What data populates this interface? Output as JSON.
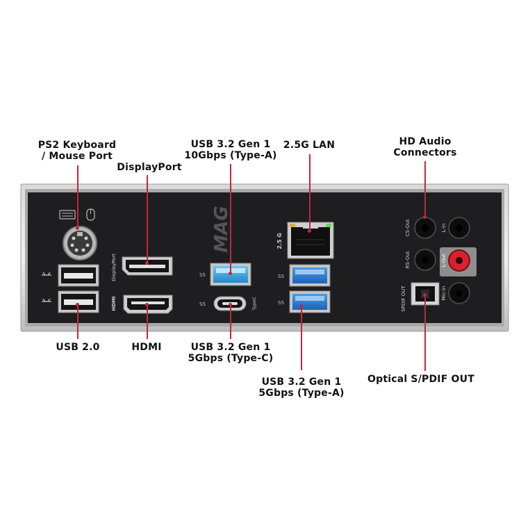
{
  "labels": {
    "ps2": [
      "PS2 Keyboard",
      "/ Mouse Port"
    ],
    "displayport": "DisplayPort",
    "usb10": [
      "USB 3.2 Gen 1",
      "10Gbps (Type-A)"
    ],
    "lan": "2.5G LAN",
    "hd_audio": [
      "HD Audio",
      "Connectors"
    ],
    "usb20": "USB 2.0",
    "hdmi": "HDMI",
    "usbc": [
      "USB 3.2 Gen 1",
      "5Gbps (Type-C)"
    ],
    "usb5a": [
      "USB 3.2 Gen 1",
      "5Gbps (Type-A)"
    ],
    "spdif": "Optical S/PDIF OUT"
  },
  "panel_text": {
    "brand": "MAG",
    "displayport_vertical": "DisplayPort",
    "hdmi_mark": "HDMI",
    "typec": "TypeC",
    "lan_speed": "2.5 G",
    "ss": "SS",
    "spdif_out": "SPDIF OUT",
    "rs_out": "RS-Out",
    "cs_out": "CS-Out",
    "l_in": "L-in",
    "l_out": "L-Out",
    "mic_in": "Mic-in"
  },
  "colors": {
    "accent_red": "#c0283a",
    "panel": "#1e1e20",
    "usb3_blue": "#2a7fd6",
    "usb10_cyan": "#36a9e8",
    "audio_red": "#d8202e"
  }
}
